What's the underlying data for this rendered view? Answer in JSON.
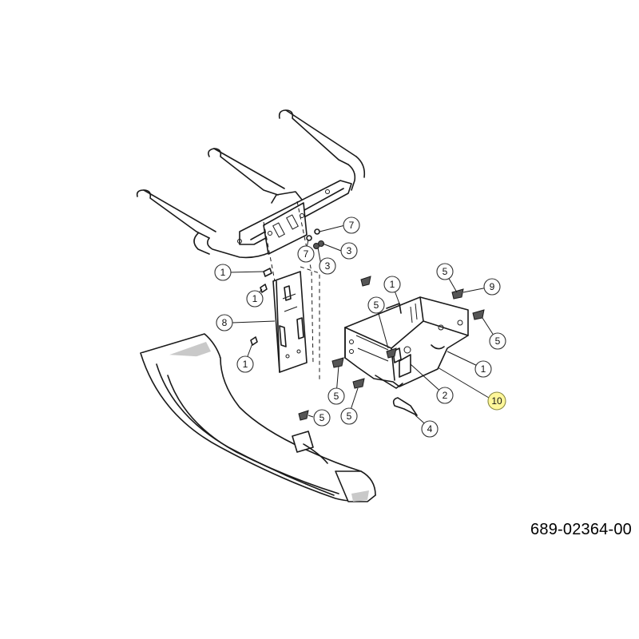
{
  "diagram": {
    "part_number": "689-02364-00",
    "highlight_color": "#fff79a",
    "callouts": [
      {
        "id": "c1",
        "label": "7"
      },
      {
        "id": "c2",
        "label": "7"
      },
      {
        "id": "c3",
        "label": "3"
      },
      {
        "id": "c4",
        "label": "3"
      },
      {
        "id": "c5",
        "label": "1"
      },
      {
        "id": "c6",
        "label": "1"
      },
      {
        "id": "c7",
        "label": "8"
      },
      {
        "id": "c8",
        "label": "1"
      },
      {
        "id": "c9",
        "label": "5"
      },
      {
        "id": "c10",
        "label": "5"
      },
      {
        "id": "c11",
        "label": "1"
      },
      {
        "id": "c12",
        "label": "9"
      },
      {
        "id": "c13",
        "label": "5"
      },
      {
        "id": "c14",
        "label": "1"
      },
      {
        "id": "c15",
        "label": "2"
      },
      {
        "id": "c16",
        "label": "10",
        "highlighted": true
      },
      {
        "id": "c17",
        "label": "5"
      },
      {
        "id": "c18",
        "label": "5"
      },
      {
        "id": "c19",
        "label": "5"
      },
      {
        "id": "c20",
        "label": "4"
      }
    ]
  }
}
